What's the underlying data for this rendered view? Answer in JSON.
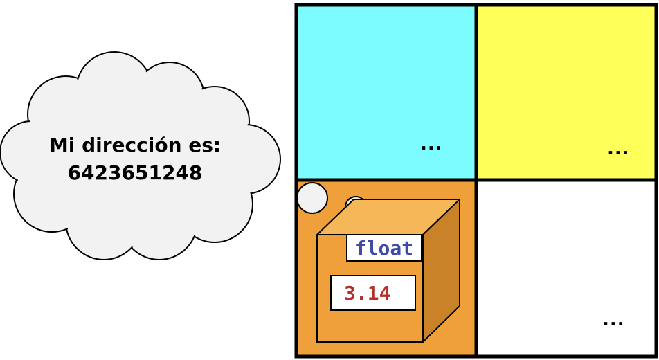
{
  "thought_bubble": {
    "line1": "Mi dirección es:",
    "line2": "6423651248"
  },
  "memory_grid": {
    "cells": [
      {
        "color": "#7cfcff",
        "label": "..."
      },
      {
        "color": "#ffff5a",
        "label": "..."
      },
      {
        "color": "#f0a03a",
        "label": ""
      },
      {
        "color": "#ffffff",
        "label": "..."
      }
    ]
  },
  "variable_box": {
    "type": "float",
    "value": "3.14",
    "type_color": "#3f4aa8",
    "value_color": "#b5302a"
  }
}
